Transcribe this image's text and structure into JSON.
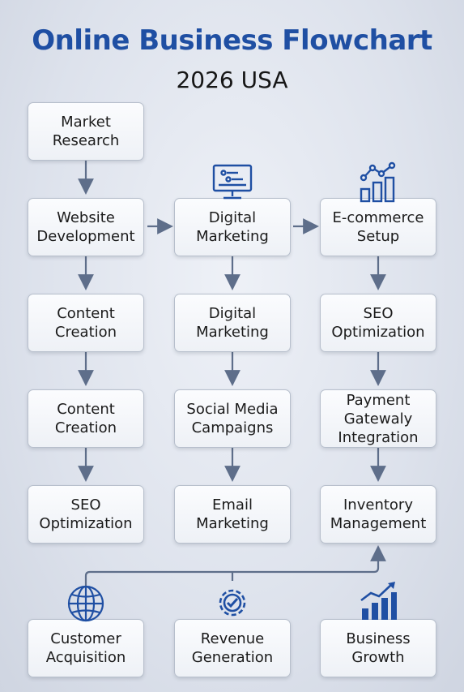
{
  "title": "Online Business Flowchart",
  "subtitle": "2026 USA",
  "colors": {
    "title": "#1f4fa3",
    "icon": "#1f4fa3",
    "arrow": "#5e6e8a"
  },
  "column1": [
    "Market Research",
    "Website Development",
    "Content Creation",
    "Content Creation",
    "SEO Optimization"
  ],
  "column2": [
    "Digital Marketing",
    "Digital Marketing",
    "Social Media Campaigns",
    "Email Marketing"
  ],
  "column3": [
    "E-commerce Setup",
    "SEO Optimization",
    "Payment Gatewaly Integration",
    "Inventory Management"
  ],
  "bottom": [
    {
      "label": "Customer Acquisition",
      "icon": "globe-icon"
    },
    {
      "label": "Revenue Generation",
      "icon": "gear-check-icon"
    },
    {
      "label": "Business Growth",
      "icon": "bar-growth-icon"
    }
  ],
  "top_icons": {
    "column2": "monitor-chart-icon",
    "column3": "analytics-bars-icon"
  }
}
